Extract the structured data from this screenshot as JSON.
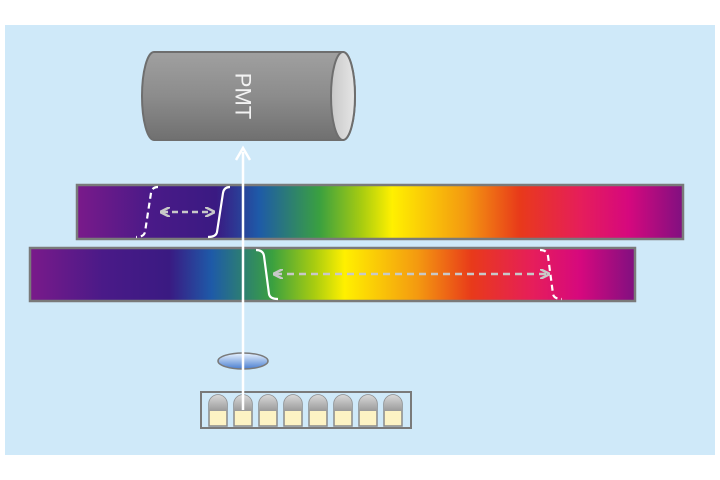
{
  "detector": {
    "label": "PMT"
  },
  "colors": {
    "background": "#cfe9f9",
    "cylinder": "#8a8a8a",
    "well_liquid": "#fdf3c4",
    "arrow": "#ffffff",
    "range_arrow": "#c8c8c8"
  },
  "plate": {
    "well_count": 8,
    "active_well": 2
  },
  "filters": [
    {
      "name": "excitation-filter-strip"
    },
    {
      "name": "emission-filter-strip"
    }
  ]
}
